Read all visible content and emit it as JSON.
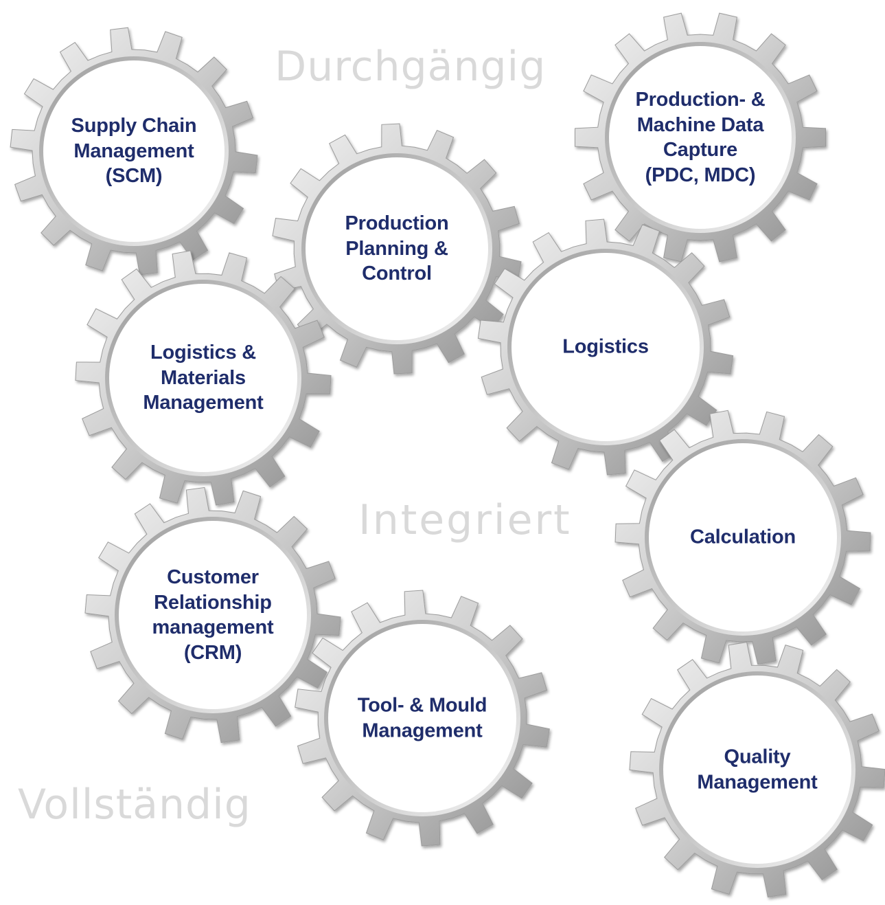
{
  "watermarks": {
    "top": "Durchgängig",
    "middle": "Integriert",
    "bottom": "Vollständig"
  },
  "gears": [
    {
      "id": "scm",
      "lines": [
        "Supply Chain",
        "Management",
        "(SCM)"
      ]
    },
    {
      "id": "pdc",
      "lines": [
        "Production- &",
        "Machine Data",
        "Capture",
        "(PDC, MDC)"
      ]
    },
    {
      "id": "ppc",
      "lines": [
        "Production",
        "Planning &",
        "Control"
      ]
    },
    {
      "id": "lmm",
      "lines": [
        "Logistics &",
        "Materials",
        "Management"
      ]
    },
    {
      "id": "log",
      "lines": [
        "Logistics"
      ]
    },
    {
      "id": "calc",
      "lines": [
        "Calculation"
      ]
    },
    {
      "id": "crm",
      "lines": [
        "Customer",
        "Relationship",
        "management",
        "(CRM)"
      ]
    },
    {
      "id": "tool",
      "lines": [
        "Tool- & Mould",
        "Management"
      ]
    },
    {
      "id": "qm",
      "lines": [
        "Quality",
        "Management"
      ]
    }
  ],
  "colors": {
    "label": "#1f2d6b",
    "watermark": "#d9d9d9",
    "gear_light": "#f2f2f2",
    "gear_dark": "#8f8f8f",
    "hub": "#ffffff"
  }
}
